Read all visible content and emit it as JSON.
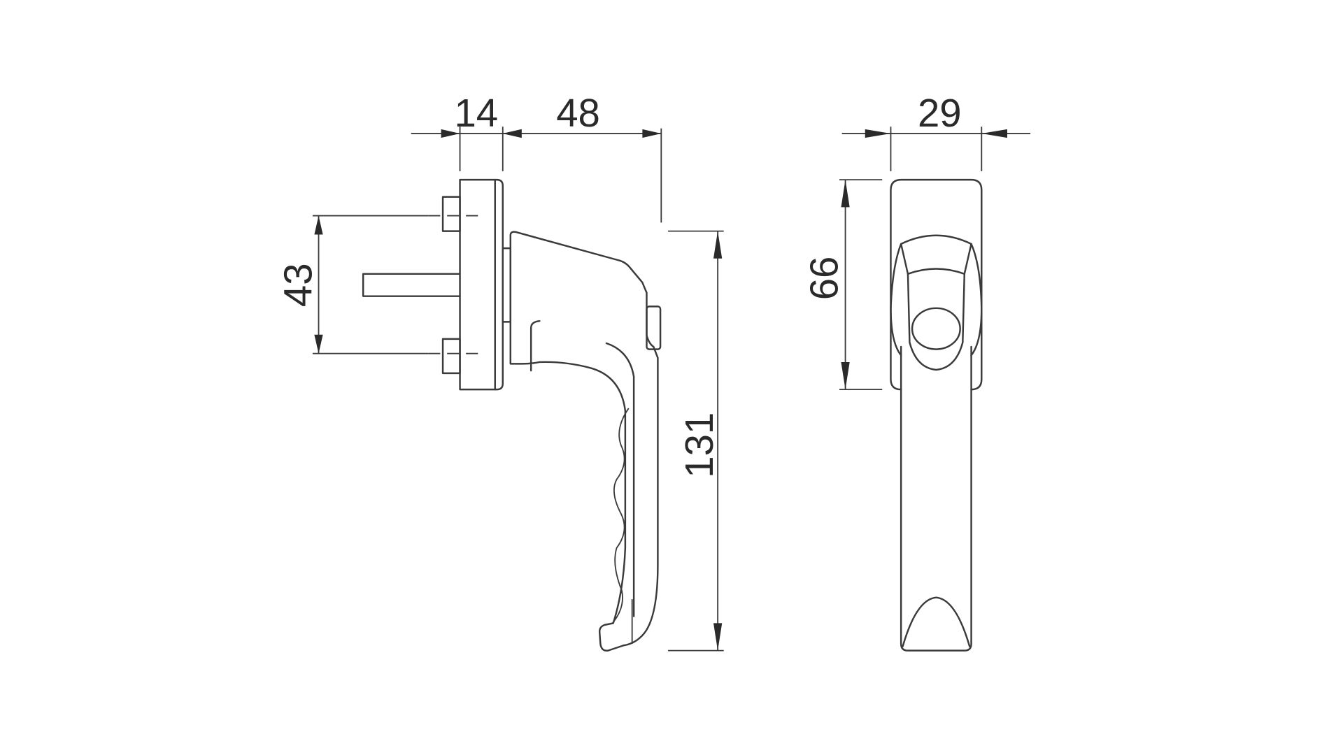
{
  "dimensions": {
    "base_depth": "14",
    "handle_projection": "48",
    "screw_spacing": "43",
    "handle_length": "131",
    "base_width": "29",
    "base_height": "66"
  },
  "colors": {
    "line": "#3a3a3a",
    "background": "#ffffff"
  }
}
